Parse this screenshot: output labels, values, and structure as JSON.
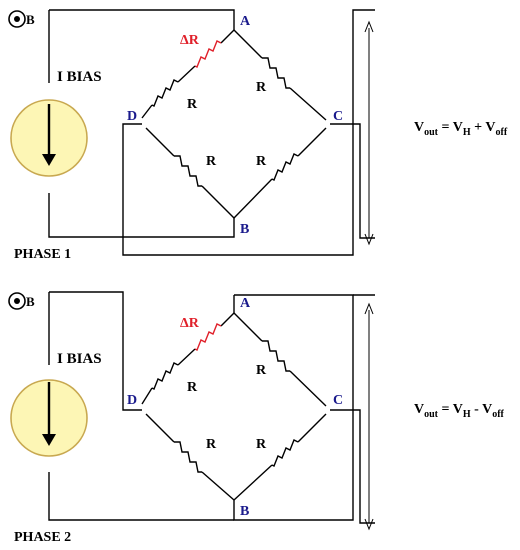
{
  "colors": {
    "wire": "#000000",
    "node_label": "#1a1a8c",
    "delta_r": "#e0202a",
    "source_fill": "#fdf6b5",
    "source_stroke": "#c8a850"
  },
  "phases": [
    {
      "phase_label": "PHASE 1",
      "b_field_label": "B",
      "source_label": "I BIAS",
      "nodes": {
        "a": "A",
        "b": "B",
        "c": "C",
        "d": "D"
      },
      "delta_r_label": "ΔR",
      "resistor_label": "R",
      "equation": {
        "lhs": "V",
        "lhs_sub": "out",
        "eq": " = ",
        "t1": "V",
        "t1_sub": "H",
        "op": " + ",
        "t2": "V",
        "t2_sub": "off"
      }
    },
    {
      "phase_label": "PHASE 2",
      "b_field_label": "B",
      "source_label": "I BIAS",
      "nodes": {
        "a": "A",
        "b": "B",
        "c": "C",
        "d": "D"
      },
      "delta_r_label": "ΔR",
      "resistor_label": "R",
      "equation": {
        "lhs": "V",
        "lhs_sub": "out",
        "eq": " = ",
        "t1": "V",
        "t1_sub": "H",
        "op": " - ",
        "t2": "V",
        "t2_sub": "off"
      }
    }
  ]
}
